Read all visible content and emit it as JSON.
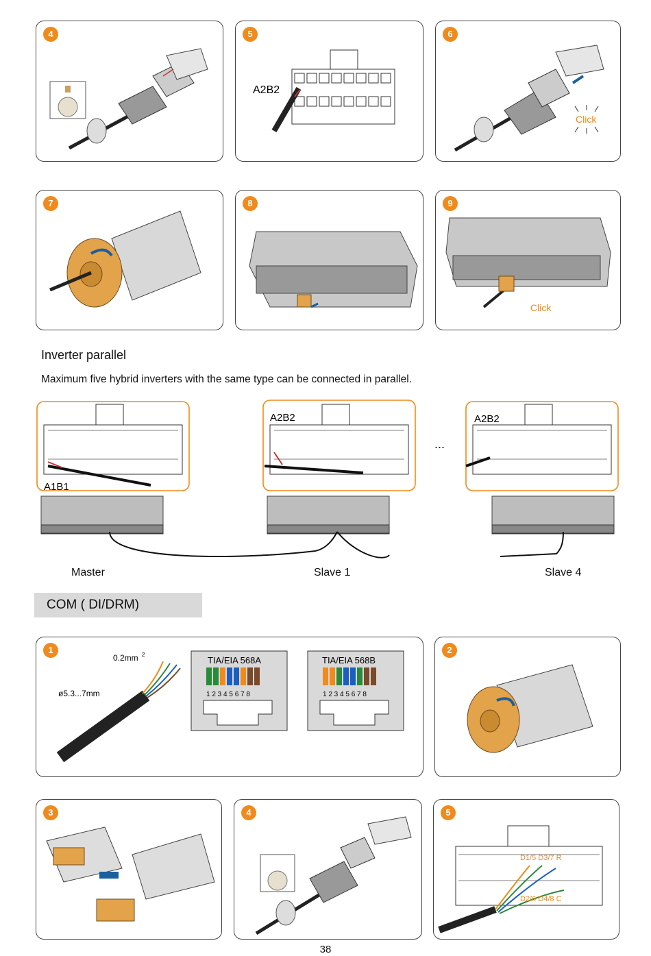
{
  "steps_top": [
    "4",
    "5",
    "6"
  ],
  "steps_mid": [
    "7",
    "8",
    "9"
  ],
  "labels": {
    "a2b2": "A2B2",
    "a1b1": "A1B1",
    "click": "Click",
    "dots": "..."
  },
  "section_parallel": {
    "title": "Inverter parallel",
    "description": "Maximum five hybrid inverters with the same type can be connected in parallel.",
    "inverters": [
      "Master",
      "Slave 1",
      "Slave 4"
    ]
  },
  "section_com": {
    "title": "COM ( DI/DRM)",
    "steps_row1": [
      "1",
      "2"
    ],
    "steps_row2": [
      "3",
      "4",
      "5"
    ],
    "wire_size": "0.2mm",
    "wire_size_sup": "2",
    "cable_diameter": "ø5.3...7mm",
    "standard_a": "TIA/EIA 568A",
    "standard_b": "TIA/EIA 568B",
    "pin_numbers": "1 2 3 4 5 6 7 8",
    "pin_label_top": "D1/5 D3/7 R",
    "pin_label_bottom": "D2/6 D4/8 C"
  },
  "page_number": "38",
  "colors": {
    "accent": "#f08a1c",
    "frame": "#444444",
    "com_bg": "#d9d9d9"
  }
}
